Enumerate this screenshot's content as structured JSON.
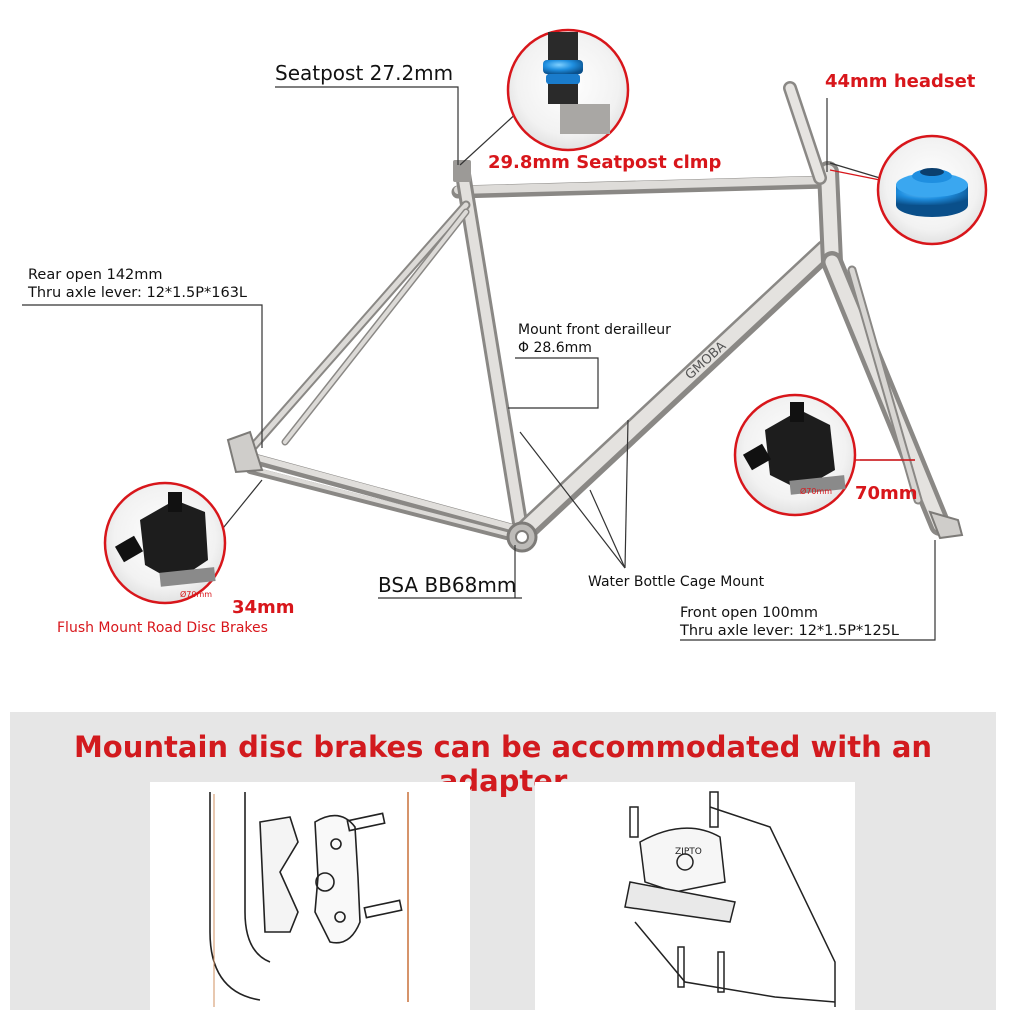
{
  "labels": {
    "seatpost": "Seatpost 27.2mm",
    "seatpost_clamp": "29.8mm Seatpost clmp",
    "headset": "44mm headset",
    "rear_open": "Rear open 142mm",
    "rear_axle": "Thru axle lever: 12*1.5P*163L",
    "front_derailleur": "Mount front derailleur",
    "front_derailleur_size": "Φ 28.6mm",
    "bb": "BSA BB68mm",
    "bottle_mount": "Water Bottle Cage Mount",
    "front_brake": "70mm",
    "rear_brake_size": "34mm",
    "rear_brake_name": "Flush Mount Road Disc Brakes",
    "front_open": "Front open 100mm",
    "front_axle": "Thru axle lever: 12*1.5P*125L"
  },
  "adapter_section": {
    "title": "Mountain disc brakes can be accommodated with an adapter"
  },
  "colors": {
    "accent_red": "#d8161b",
    "frame_silver": "#c9c7c4",
    "anodized_blue": "#1f8fe0",
    "panel_bg": "#e6e6e6"
  },
  "icons": [
    "seatpost-clamp-icon",
    "headset-icon",
    "rear-brake-caliper-icon",
    "front-brake-caliper-icon",
    "adapter-drawing-left",
    "adapter-drawing-right"
  ]
}
